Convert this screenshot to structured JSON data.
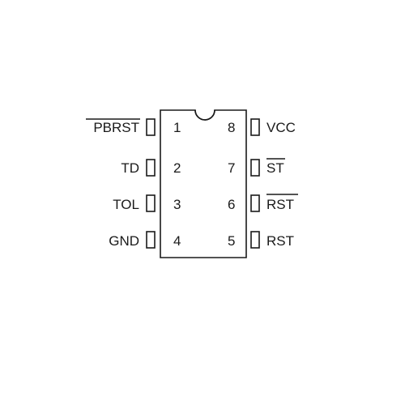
{
  "chip": {
    "package": "DIP-8",
    "colors": {
      "ink": "#1a1a1a",
      "background": "#ffffff"
    },
    "left_pins": [
      {
        "number": "1",
        "label": "PBRST",
        "active_low": true
      },
      {
        "number": "2",
        "label": "TD",
        "active_low": false
      },
      {
        "number": "3",
        "label": "TOL",
        "active_low": false
      },
      {
        "number": "4",
        "label": "GND",
        "active_low": false
      }
    ],
    "right_pins": [
      {
        "number": "8",
        "label": "VCC",
        "active_low": false
      },
      {
        "number": "7",
        "label": "ST",
        "active_low": true
      },
      {
        "number": "6",
        "label": "RST",
        "active_low": true
      },
      {
        "number": "5",
        "label": "RST",
        "active_low": false
      }
    ]
  }
}
